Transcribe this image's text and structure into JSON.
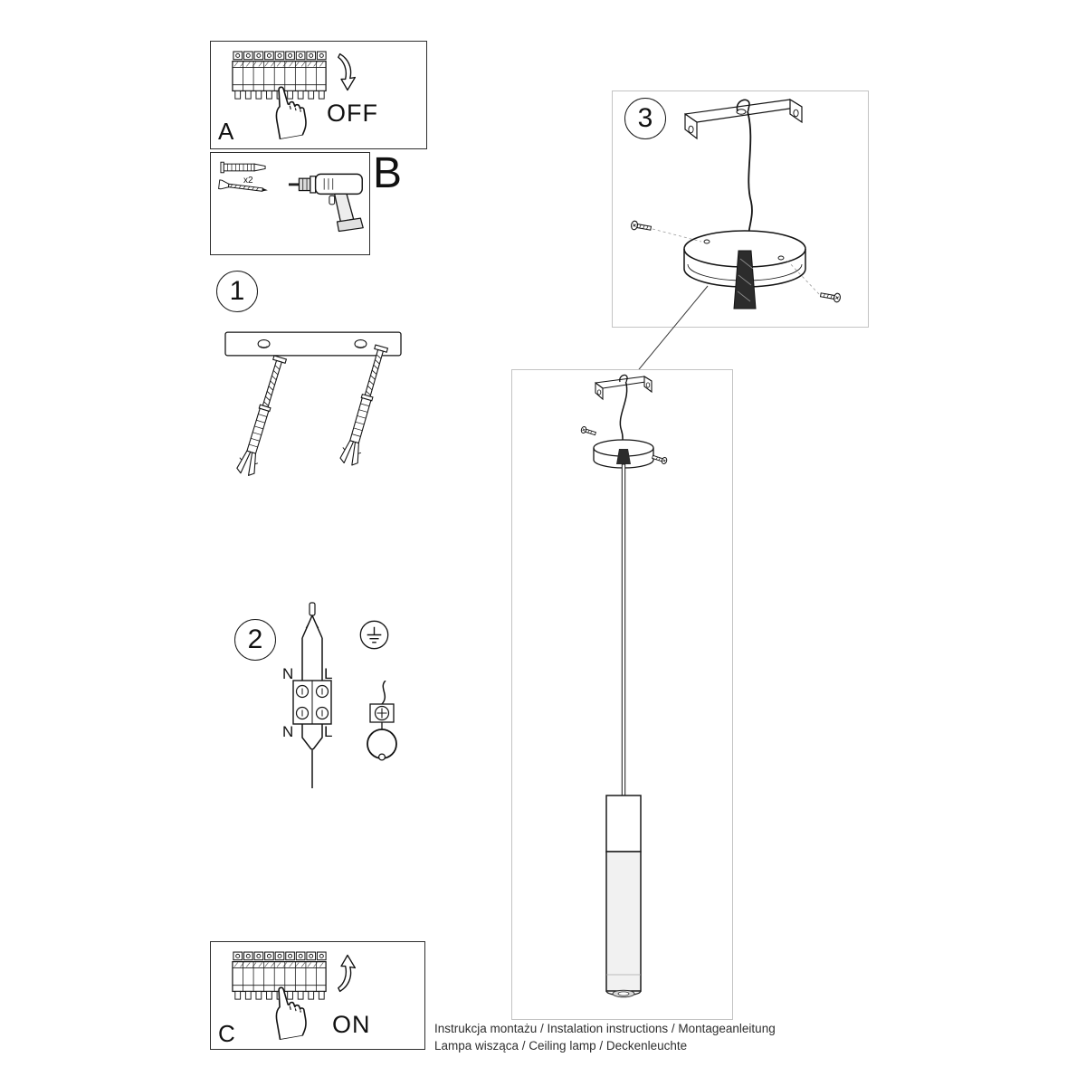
{
  "steps": {
    "a": {
      "label": "A",
      "action": "OFF"
    },
    "b": {
      "label": "B",
      "qty": "x2"
    },
    "s1": {
      "label": "1"
    },
    "s2": {
      "label": "2",
      "wires": {
        "top_left": "N",
        "top_right": "L",
        "bottom_left": "N",
        "bottom_right": "L"
      }
    },
    "s3": {
      "label": "3"
    },
    "c": {
      "label": "C",
      "action": "ON"
    }
  },
  "footer": {
    "line1": "Instrukcja montażu / Instalation instructions / Montageanleitung",
    "line2": "Lampa wisząca / Ceiling lamp / Deckenleuchte"
  }
}
